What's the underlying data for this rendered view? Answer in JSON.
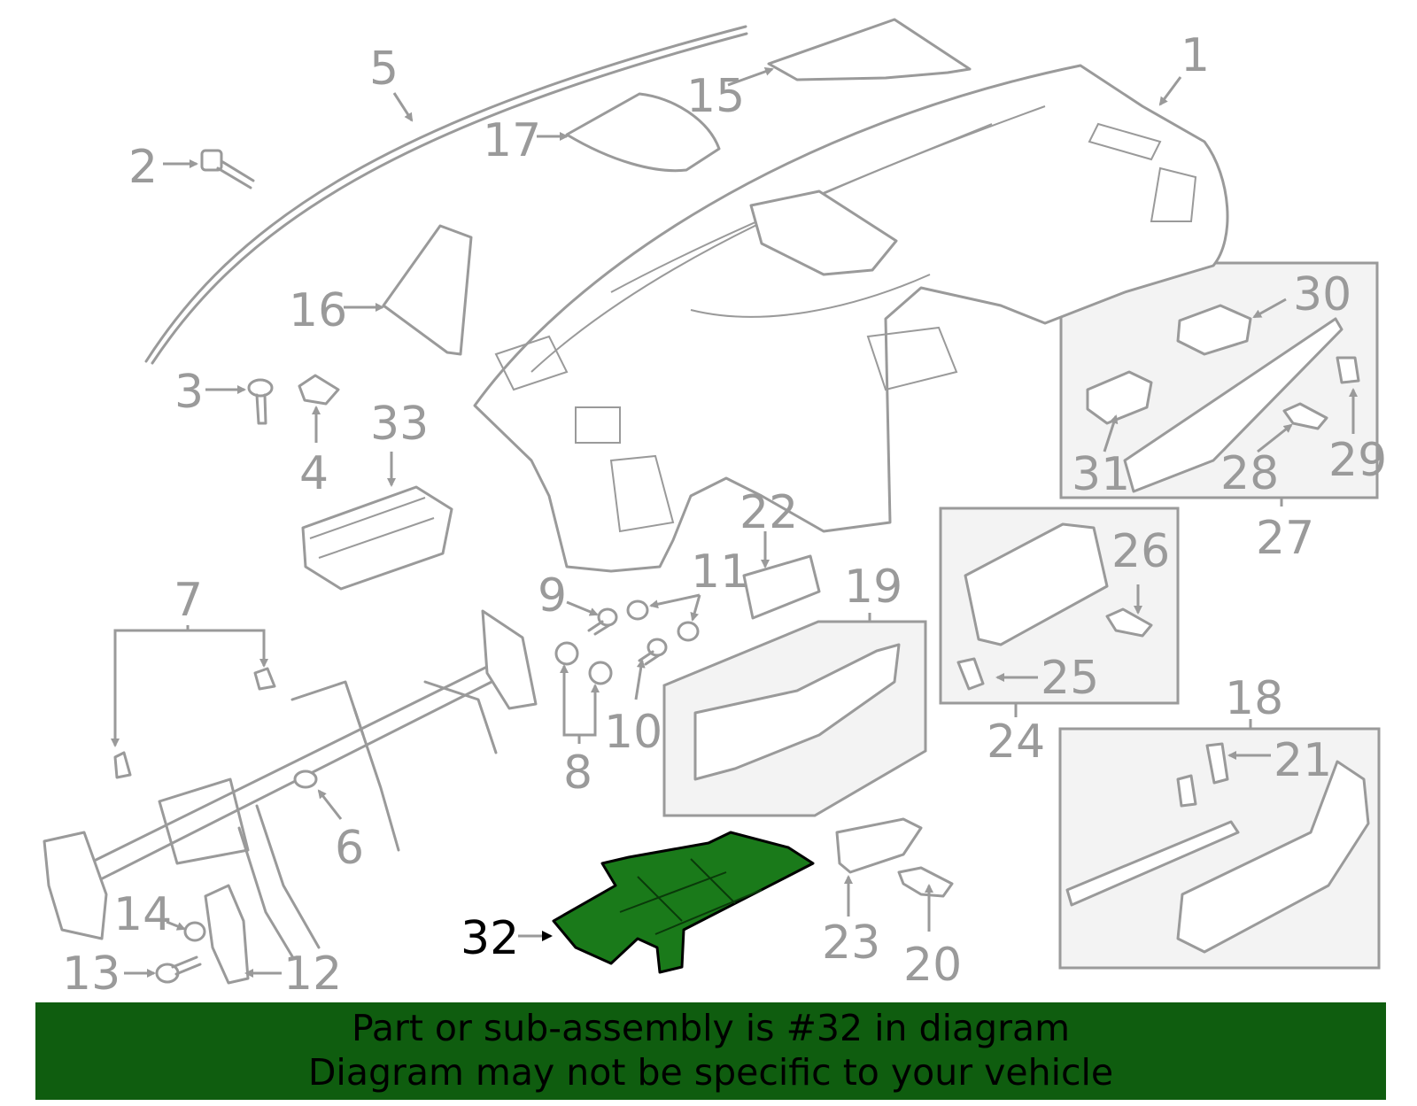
{
  "highlight_color": "#1a7a1a",
  "banner": {
    "background": "#0f5d0f",
    "line1": "Part or sub-assembly is #32 in diagram",
    "line2": "Diagram may not be specific to your vehicle"
  },
  "callouts": {
    "c1": "1",
    "c2": "2",
    "c3": "3",
    "c4": "4",
    "c5": "5",
    "c6": "6",
    "c7": "7",
    "c8": "8",
    "c9": "9",
    "c10": "10",
    "c11": "11",
    "c12": "12",
    "c13": "13",
    "c14": "14",
    "c15": "15",
    "c16": "16",
    "c17": "17",
    "c18": "18",
    "c19": "19",
    "c20": "20",
    "c21": "21",
    "c22": "22",
    "c23": "23",
    "c24": "24",
    "c25": "25",
    "c26": "26",
    "c27": "27",
    "c28": "28",
    "c29": "29",
    "c30": "30",
    "c31": "31",
    "c32": "32",
    "c33": "33"
  }
}
